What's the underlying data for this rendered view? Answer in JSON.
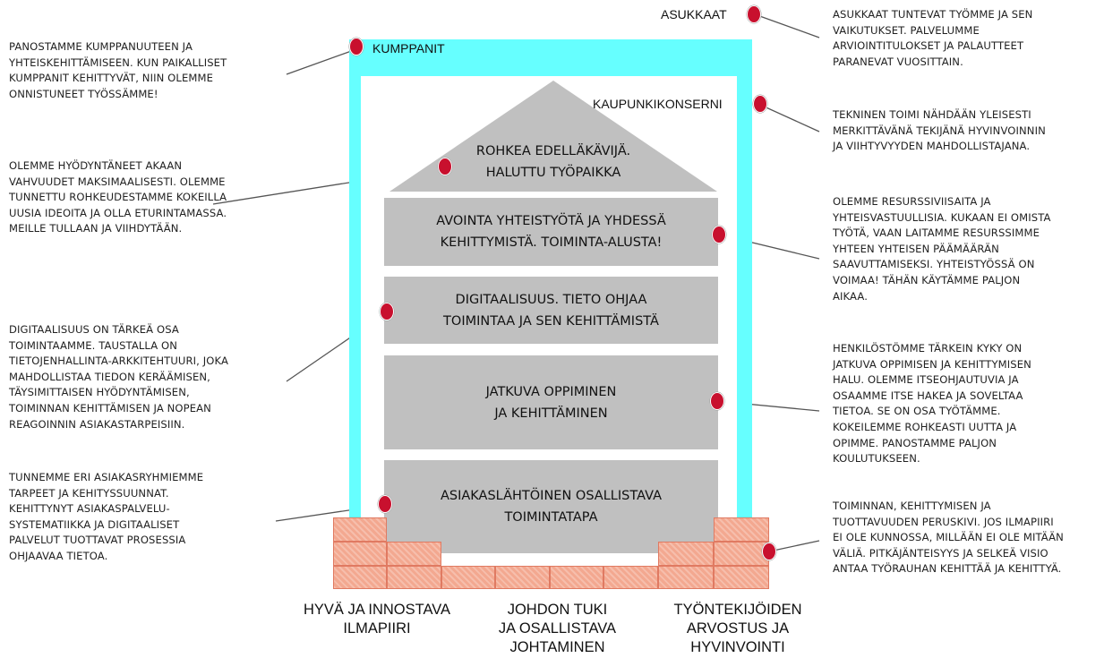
{
  "labels": {
    "asukkaat": "ASUKKAAT",
    "kumppanit": "KUMPPANIT",
    "kaupunkikonserni": "KAUPUNKIKONSERNI"
  },
  "house": {
    "roof": "ROHKEA EDELLÄKÄVIJÄ.\nHALUTTU TYÖPAIKKA",
    "layers": [
      "AVOINTA YHTEISTYÖTÄ JA YHDESSÄ\nKEHITTYMISTÄ. TOIMINTA-ALUSTA!",
      "DIGITAALISUUS. TIETO OHJAA\nTOIMINTAA JA SEN KEHITTÄMISTÄ",
      "JATKUVA OPPIMINEN\nJA KEHITTÄMINEN",
      "ASIAKASLÄHTÖINEN OSALLISTAVA\nTOIMINTATAPA"
    ]
  },
  "foundation": [
    "HYVÄ JA INNOSTAVA\nILMAPIIRI",
    "JOHDON TUKI\nJA OSALLISTAVA\nJOHTAMINEN",
    "TYÖNTEKIJÖIDEN\nARVOSTUS JA\nHYVINVOINTI"
  ],
  "notes": {
    "left": [
      "PANOSTAMME KUMPPANUUTEEN JA\nYHTEISKEHITTÄMISEEN. KUN PAIKALLISET\nKUMPPANIT KEHITTYVÄT, NIIN OLEMME\nONNISTUNEET TYÖSSÄMME!",
      "OLEMME HYÖDYNTÄNEET AKAAN\nVAHVUUDET MAKSIMAALISESTI. OLEMME\nTUNNETTU ROHKEUDESTAMME KOKEILLA\nUUSIA IDEOITA JA OLLA ETURINTAMASSA.\nMEILLE TULLAAN JA VIIHDYTÄÄN.",
      "DIGITAALISUUS ON TÄRKEÄ OSA\nTOIMINTAAMME. TAUSTALLA ON\nTIETOJENHALLINTA-ARKKITEHTUURI, JOKA\nMAHDOLLISTAA TIEDON KERÄÄMISEN,\nTÄYSIMITTAISEN HYÖDYNTÄMISEN,\nTOIMINNAN KEHITTÄMISEN JA NOPEAN\nREAGOINNIN ASIAKASTARPEISIIN.",
      "TUNNEMME ERI ASIAKASRYHMIEMME\nTARPEET JA KEHITYSSUUNNAT.\nKEHITTYNYT ASIAKASPALVELU-\nSYSTEMATIIKKA JA DIGITAALISET\nPALVELUT TUOTTAVAT PROSESSIA\nOHJAAVAA TIETOA."
    ],
    "right": [
      "ASUKKAAT TUNTEVAT TYÖMME JA SEN\nVAIKUTUKSET. PALVELUMME\nARVIOINTITULOKSET JA PALAUTTEET\nPARANEVAT VUOSITTAIN.",
      "TEKNINEN TOIMI NÄHDÄÄN YLEISESTI\nMERKITTÄVÄNÄ TEKIJÄNÄ  HYVINVOINNIN\nJA VIIHTYVYYDEN MAHDOLLISTAJANA.",
      "OLEMME RESURSSIVIISAITA JA\nYHTEISVASTUULLISIA. KUKAAN EI OMISTA\nTYÖTÄ, VAAN LAITAMME RESURSSIMME\nYHTEEN YHTEISEN PÄÄMÄÄRÄN\nSAAVUTTAMISEKSI. YHTEISTYÖSSÄ ON\nVOIMAA! TÄHÄN KÄYTÄMME PALJON\nAIKAA.",
      "HENKILÖSTÖMME TÄRKEIN KYKY ON\nJATKUVA OPPIMISEN JA KEHITTYMISEN\nHALU. OLEMME ITSEOHJAUTUVIA JA\nOSAAMME ITSE HAKEA JA SOVELTAA\nTIETOA. SE ON OSA TYÖTÄMME.\nKOKEILEMME ROHKEASTI UUTTA JA\nOPIMME. PANOSTAMME PALJON\nKOULUTUKSEEN.",
      "TOIMINNAN, KEHITTYMISEN JA\nTUOTTAVUUDEN PERUSKIVI. JOS ILMAPIIRI\nEI OLE KUNNOSSA, MILLÄÄN EI OLE MITÄÄN\nVÄLIÄ. PITKÄJÄNTEISYYS JA SELKEÄ VISIO\nANTAA TYÖRAUHAN KEHITTÄÄ JA KEHITTYÄ."
    ]
  }
}
